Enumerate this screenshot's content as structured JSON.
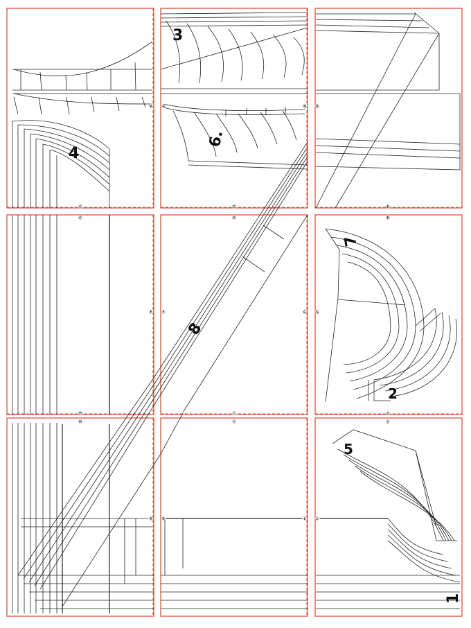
{
  "sheet": {
    "panel_labels": [
      "3",
      "4",
      "6.",
      "7",
      "2",
      "8",
      "5",
      "1"
    ],
    "tile_letters": [
      "A",
      "A",
      "B",
      "B",
      "C",
      "C",
      "D",
      "D",
      "E",
      "E",
      "F",
      "F",
      "G",
      "G",
      "H",
      "H",
      "I",
      "I",
      "J",
      "J",
      "K",
      "K",
      "L",
      "L"
    ],
    "colors": {
      "frame": "#d9533b",
      "line": "#222222",
      "marker": "#d9d9d9",
      "label": "#111111"
    }
  }
}
